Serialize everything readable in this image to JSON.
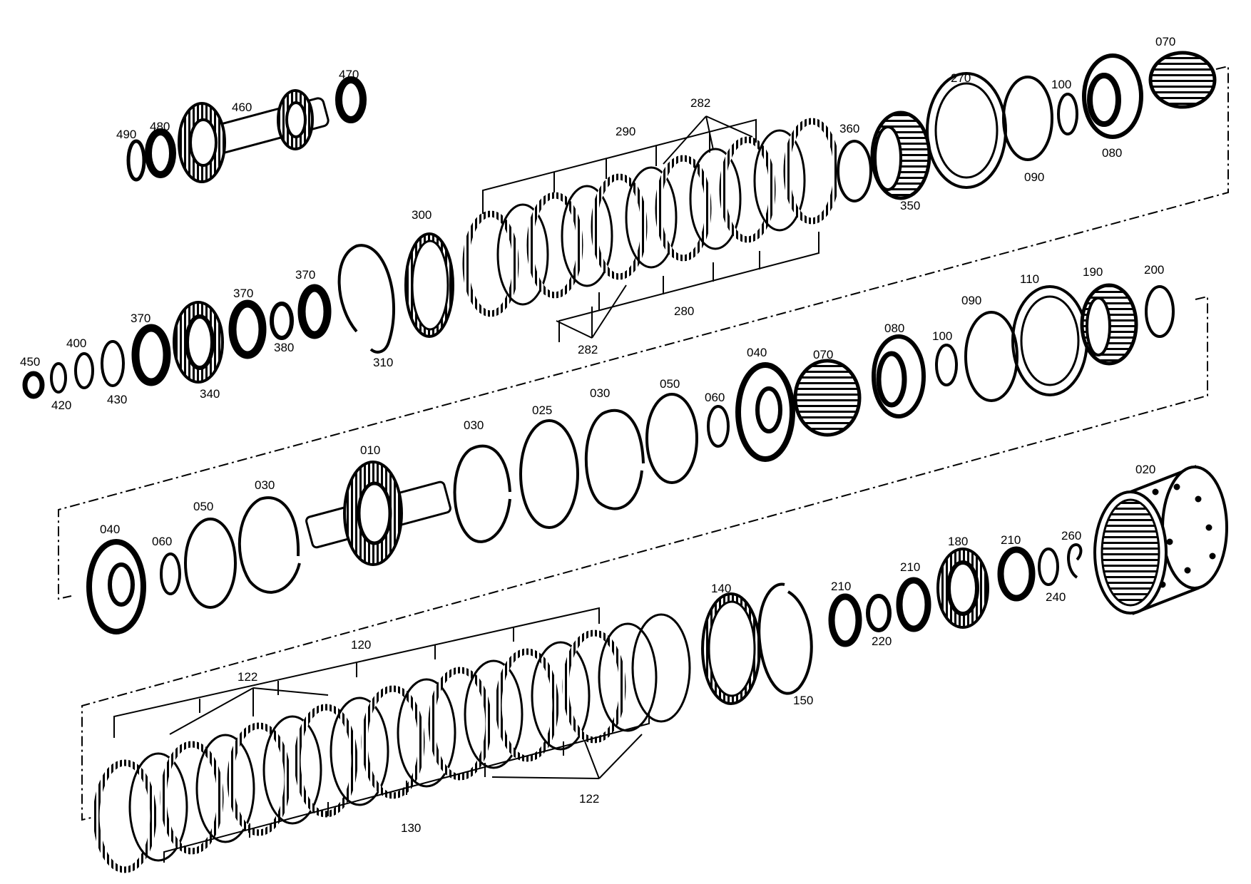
{
  "labels": {
    "p010": "010",
    "p020": "020",
    "p025": "025",
    "p030": "030",
    "p040": "040",
    "p050": "050",
    "p060": "060",
    "p070": "070",
    "p080": "080",
    "p090": "090",
    "p100": "100",
    "p110": "110",
    "p120": "120",
    "p122": "122",
    "p130": "130",
    "p140": "140",
    "p150": "150",
    "p180": "180",
    "p190": "190",
    "p200": "200",
    "p210": "210",
    "p220": "220",
    "p240": "240",
    "p260": "260",
    "p270": "270",
    "p280": "280",
    "p282": "282",
    "p290": "290",
    "p300": "300",
    "p310": "310",
    "p340": "340",
    "p350": "350",
    "p360": "360",
    "p370": "370",
    "p380": "380",
    "p400": "400",
    "p420": "420",
    "p430": "430",
    "p450": "450",
    "p460": "460",
    "p470": "470",
    "p480": "480",
    "p490": "490"
  }
}
